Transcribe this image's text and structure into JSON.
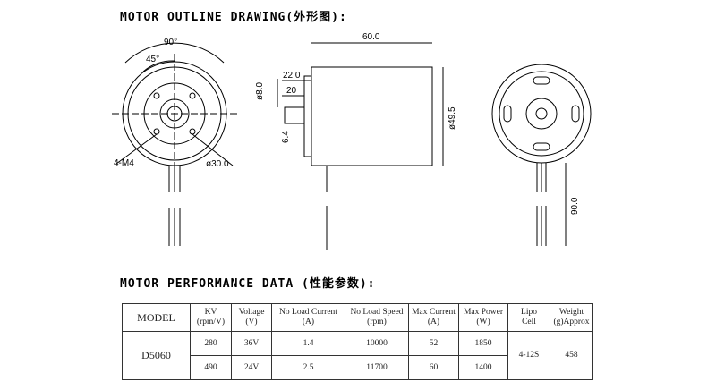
{
  "outline_title": "MOTOR OUTLINE DRAWING(外形图):",
  "performance_title": "MOTOR PERFORMANCE DATA (性能参数):",
  "drawing_labels": {
    "angle_90": "90°",
    "angle_45": "45°",
    "mount_screws": "4-M4",
    "bolt_circle": "ø30.0",
    "length": "60.0",
    "shaft_length": "22.0",
    "shaft_20": "20",
    "shaft_dia": "ø8.0",
    "flat": "6.4",
    "body_dia": "ø49.5",
    "lead_length": "90.0"
  },
  "table": {
    "headers": [
      [
        "MODEL"
      ],
      [
        "KV",
        "(rpm/V)"
      ],
      [
        "Voltage",
        "(V)"
      ],
      [
        "No Load Current",
        "(A)"
      ],
      [
        "No Load Speed",
        "(rpm)"
      ],
      [
        "Max Current",
        "(A)"
      ],
      [
        "Max Power",
        "(W)"
      ],
      [
        "Lipo",
        "Cell"
      ],
      [
        "Weight",
        "(g)Approx"
      ]
    ],
    "model": "D5060",
    "rows": [
      [
        "280",
        "36V",
        "1.4",
        "10000",
        "52",
        "1850"
      ],
      [
        "490",
        "24V",
        "2.5",
        "11700",
        "60",
        "1400"
      ]
    ],
    "lipo": "4-12S",
    "weight": "458"
  }
}
